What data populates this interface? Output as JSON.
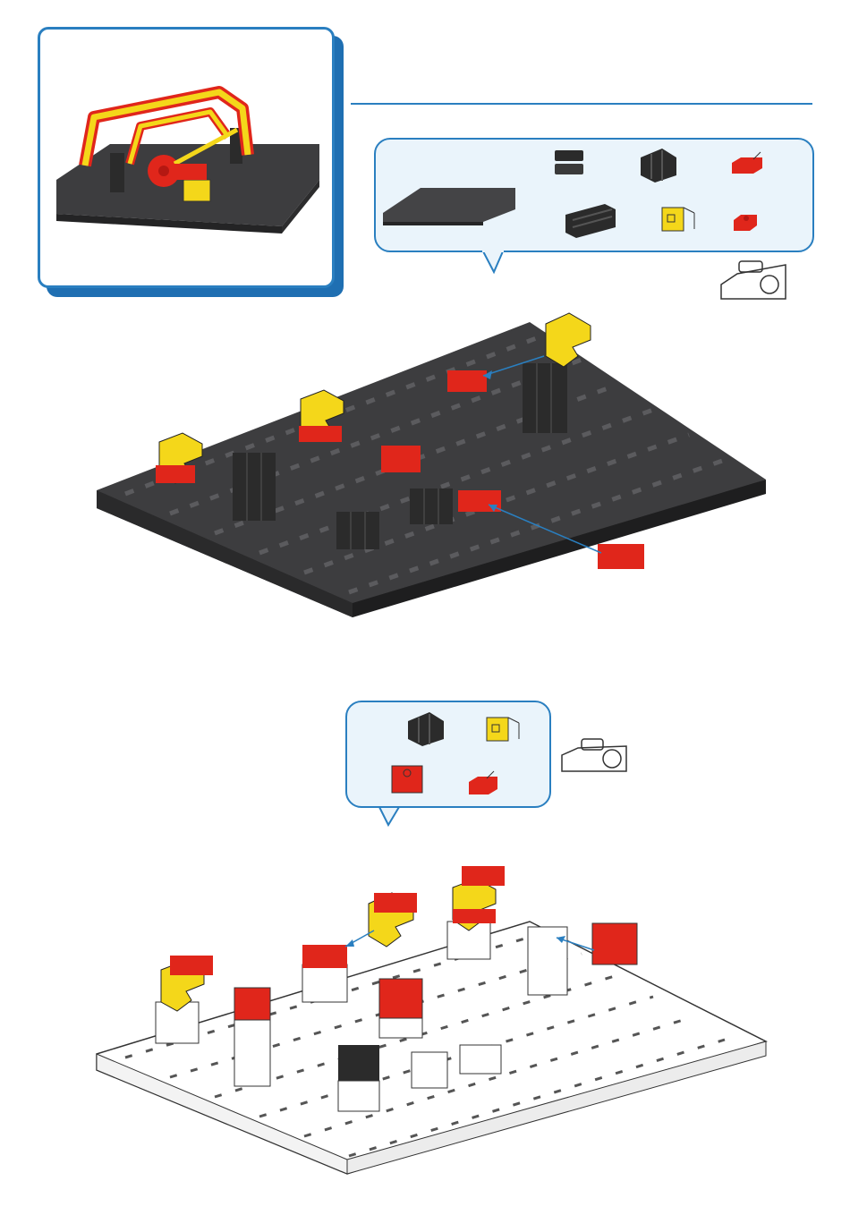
{
  "step_1": {
    "parts_in_bubble": [
      "base-plate",
      "black-building-block-30",
      "black-building-block-30-double",
      "black-building-block-15",
      "yellow-angle-block",
      "red-building-block-5-15x30",
      "red-building-block-5"
    ],
    "assembly": "grey-base-plate"
  },
  "step_2": {
    "parts_in_bubble": [
      "black-building-block-15",
      "yellow-angle-block",
      "red-building-block-30",
      "red-building-block-5-15x30"
    ],
    "assembly": "white-base-plate"
  },
  "colors": {
    "accent_blue": "#2a7fc0",
    "plate_dark": "#3d3d3f",
    "part_red": "#e0261b",
    "part_yellow": "#f4d71a",
    "part_black": "#2b2b2b"
  }
}
